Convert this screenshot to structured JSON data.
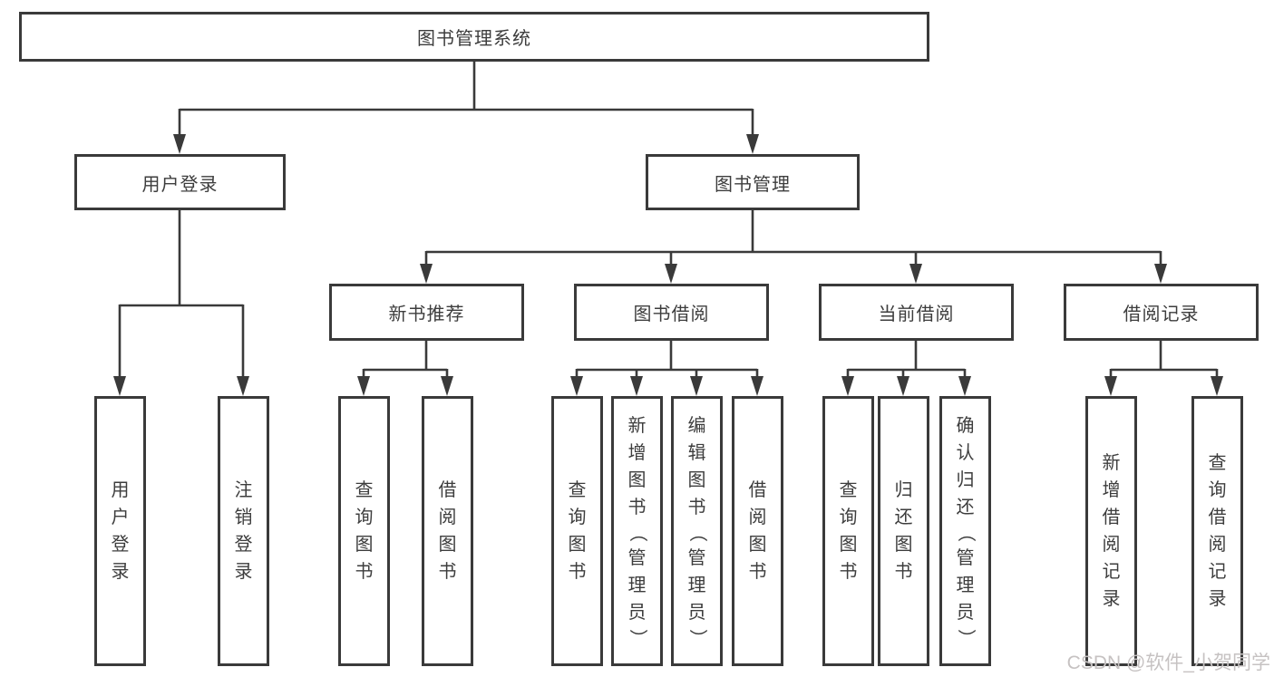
{
  "diagram": {
    "root": {
      "label": "图书管理系统"
    },
    "level2": [
      {
        "label": "用户登录"
      },
      {
        "label": "图书管理"
      }
    ],
    "level3": [
      {
        "label": "新书推荐"
      },
      {
        "label": "图书借阅"
      },
      {
        "label": "当前借阅"
      },
      {
        "label": "借阅记录"
      }
    ],
    "leaves": {
      "user": [
        "用户登录",
        "注销登录"
      ],
      "recommend": [
        "查询图书",
        "借阅图书"
      ],
      "borrow": [
        "查询图书",
        "新增图书（管理员）",
        "编辑图书（管理员）",
        "借阅图书"
      ],
      "current": [
        "查询图书",
        "归还图书",
        "确认归还（管理员）"
      ],
      "records": [
        "新增借阅记录",
        "查询借阅记录"
      ]
    }
  },
  "watermark": {
    "text": "CSDN @软件_小贺同学"
  },
  "colors": {
    "line": "#3a3a3a",
    "border": "#3a3a3a",
    "text": "#3d3d3d",
    "background": "#ffffff",
    "watermark": "#c6c2c2"
  }
}
